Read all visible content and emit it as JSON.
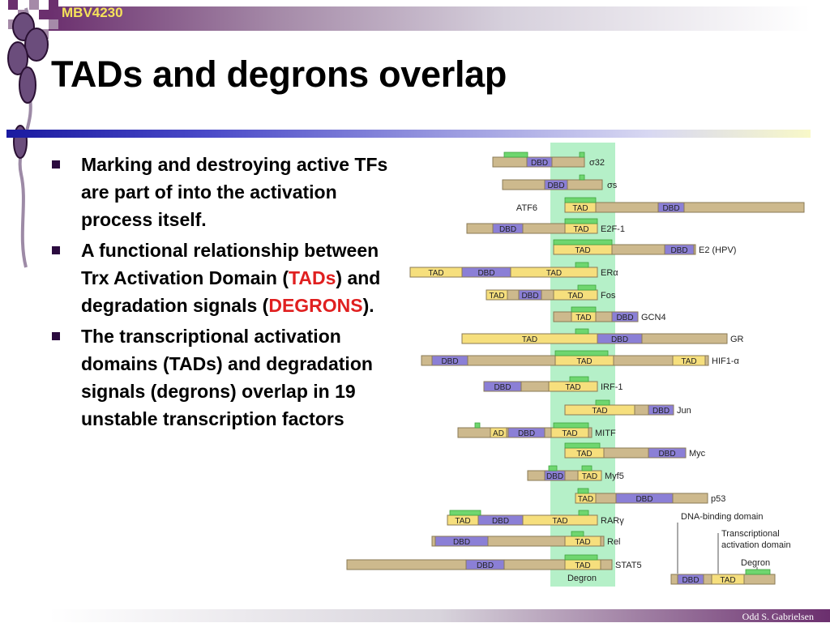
{
  "header": {
    "course_code": "MBV4230"
  },
  "title": "TADs and degrons overlap",
  "bullets": [
    {
      "text": "Marking and destroying active TFs are part of into the activation process itself."
    },
    {
      "parts": [
        "A functional relationship between Trx Activation Domain (",
        "TADs",
        ") and degradation signals (",
        "DEGRONS",
        ")."
      ]
    },
    {
      "text": "The transcriptional activation domains (TADs) and degradation signals (degrons) overlap in 19 unstable transcription factors"
    }
  ],
  "figure": {
    "domain_labels": {
      "dbd": "DBD",
      "tad": "TAD",
      "ad": "AD"
    },
    "proteins": [
      {
        "name": "σ32",
        "domains": [
          "DBD"
        ]
      },
      {
        "name": "σs",
        "domains": [
          "DBD"
        ]
      },
      {
        "name": "ATF6",
        "domains": [
          "TAD",
          "DBD"
        ]
      },
      {
        "name": "E2F-1",
        "domains": [
          "DBD",
          "TAD"
        ]
      },
      {
        "name": "E2 (HPV)",
        "domains": [
          "TAD",
          "DBD"
        ]
      },
      {
        "name": "ERα",
        "domains": [
          "TAD",
          "DBD",
          "TAD"
        ]
      },
      {
        "name": "Fos",
        "domains": [
          "TAD",
          "DBD",
          "TAD"
        ]
      },
      {
        "name": "GCN4",
        "domains": [
          "TAD",
          "DBD"
        ]
      },
      {
        "name": "GR",
        "domains": [
          "TAD",
          "DBD"
        ]
      },
      {
        "name": "HIF1-α",
        "domains": [
          "DBD",
          "TAD",
          "TAD"
        ]
      },
      {
        "name": "IRF-1",
        "domains": [
          "DBD",
          "TAD"
        ]
      },
      {
        "name": "Jun",
        "domains": [
          "TAD",
          "DBD"
        ]
      },
      {
        "name": "MITF",
        "domains": [
          "AD",
          "DBD",
          "TAD"
        ]
      },
      {
        "name": "Myc",
        "domains": [
          "TAD",
          "DBD"
        ]
      },
      {
        "name": "Myf5",
        "domains": [
          "DBD",
          "TAD"
        ]
      },
      {
        "name": "p53",
        "domains": [
          "TAD",
          "DBD"
        ]
      },
      {
        "name": "RARγ",
        "domains": [
          "TAD",
          "DBD",
          "TAD"
        ]
      },
      {
        "name": "Rel",
        "domains": [
          "DBD",
          "TAD"
        ]
      },
      {
        "name": "STAT5",
        "domains": [
          "DBD",
          "TAD"
        ]
      }
    ],
    "degron_column_label": "Degron",
    "legend": {
      "dbd_text": "DNA-binding domain",
      "tad_line1": "Transcriptional",
      "tad_line2": "activation domain",
      "degron_text": "Degron",
      "example_dbd": "DBD",
      "example_tad": "TAD"
    }
  },
  "footer": {
    "author": "Odd S. Gabrielsen"
  },
  "colors": {
    "accent_purple": "#6b2f6e",
    "title_rule_blue": "#1a1aa0",
    "highlight_red": "#e02020",
    "degron_band": "#b5f0c8",
    "degron_marker": "#6fd66f",
    "backbone": "#cdb98d",
    "tad_fill": "#f6df7d",
    "dbd_fill": "#8b7fd6"
  }
}
